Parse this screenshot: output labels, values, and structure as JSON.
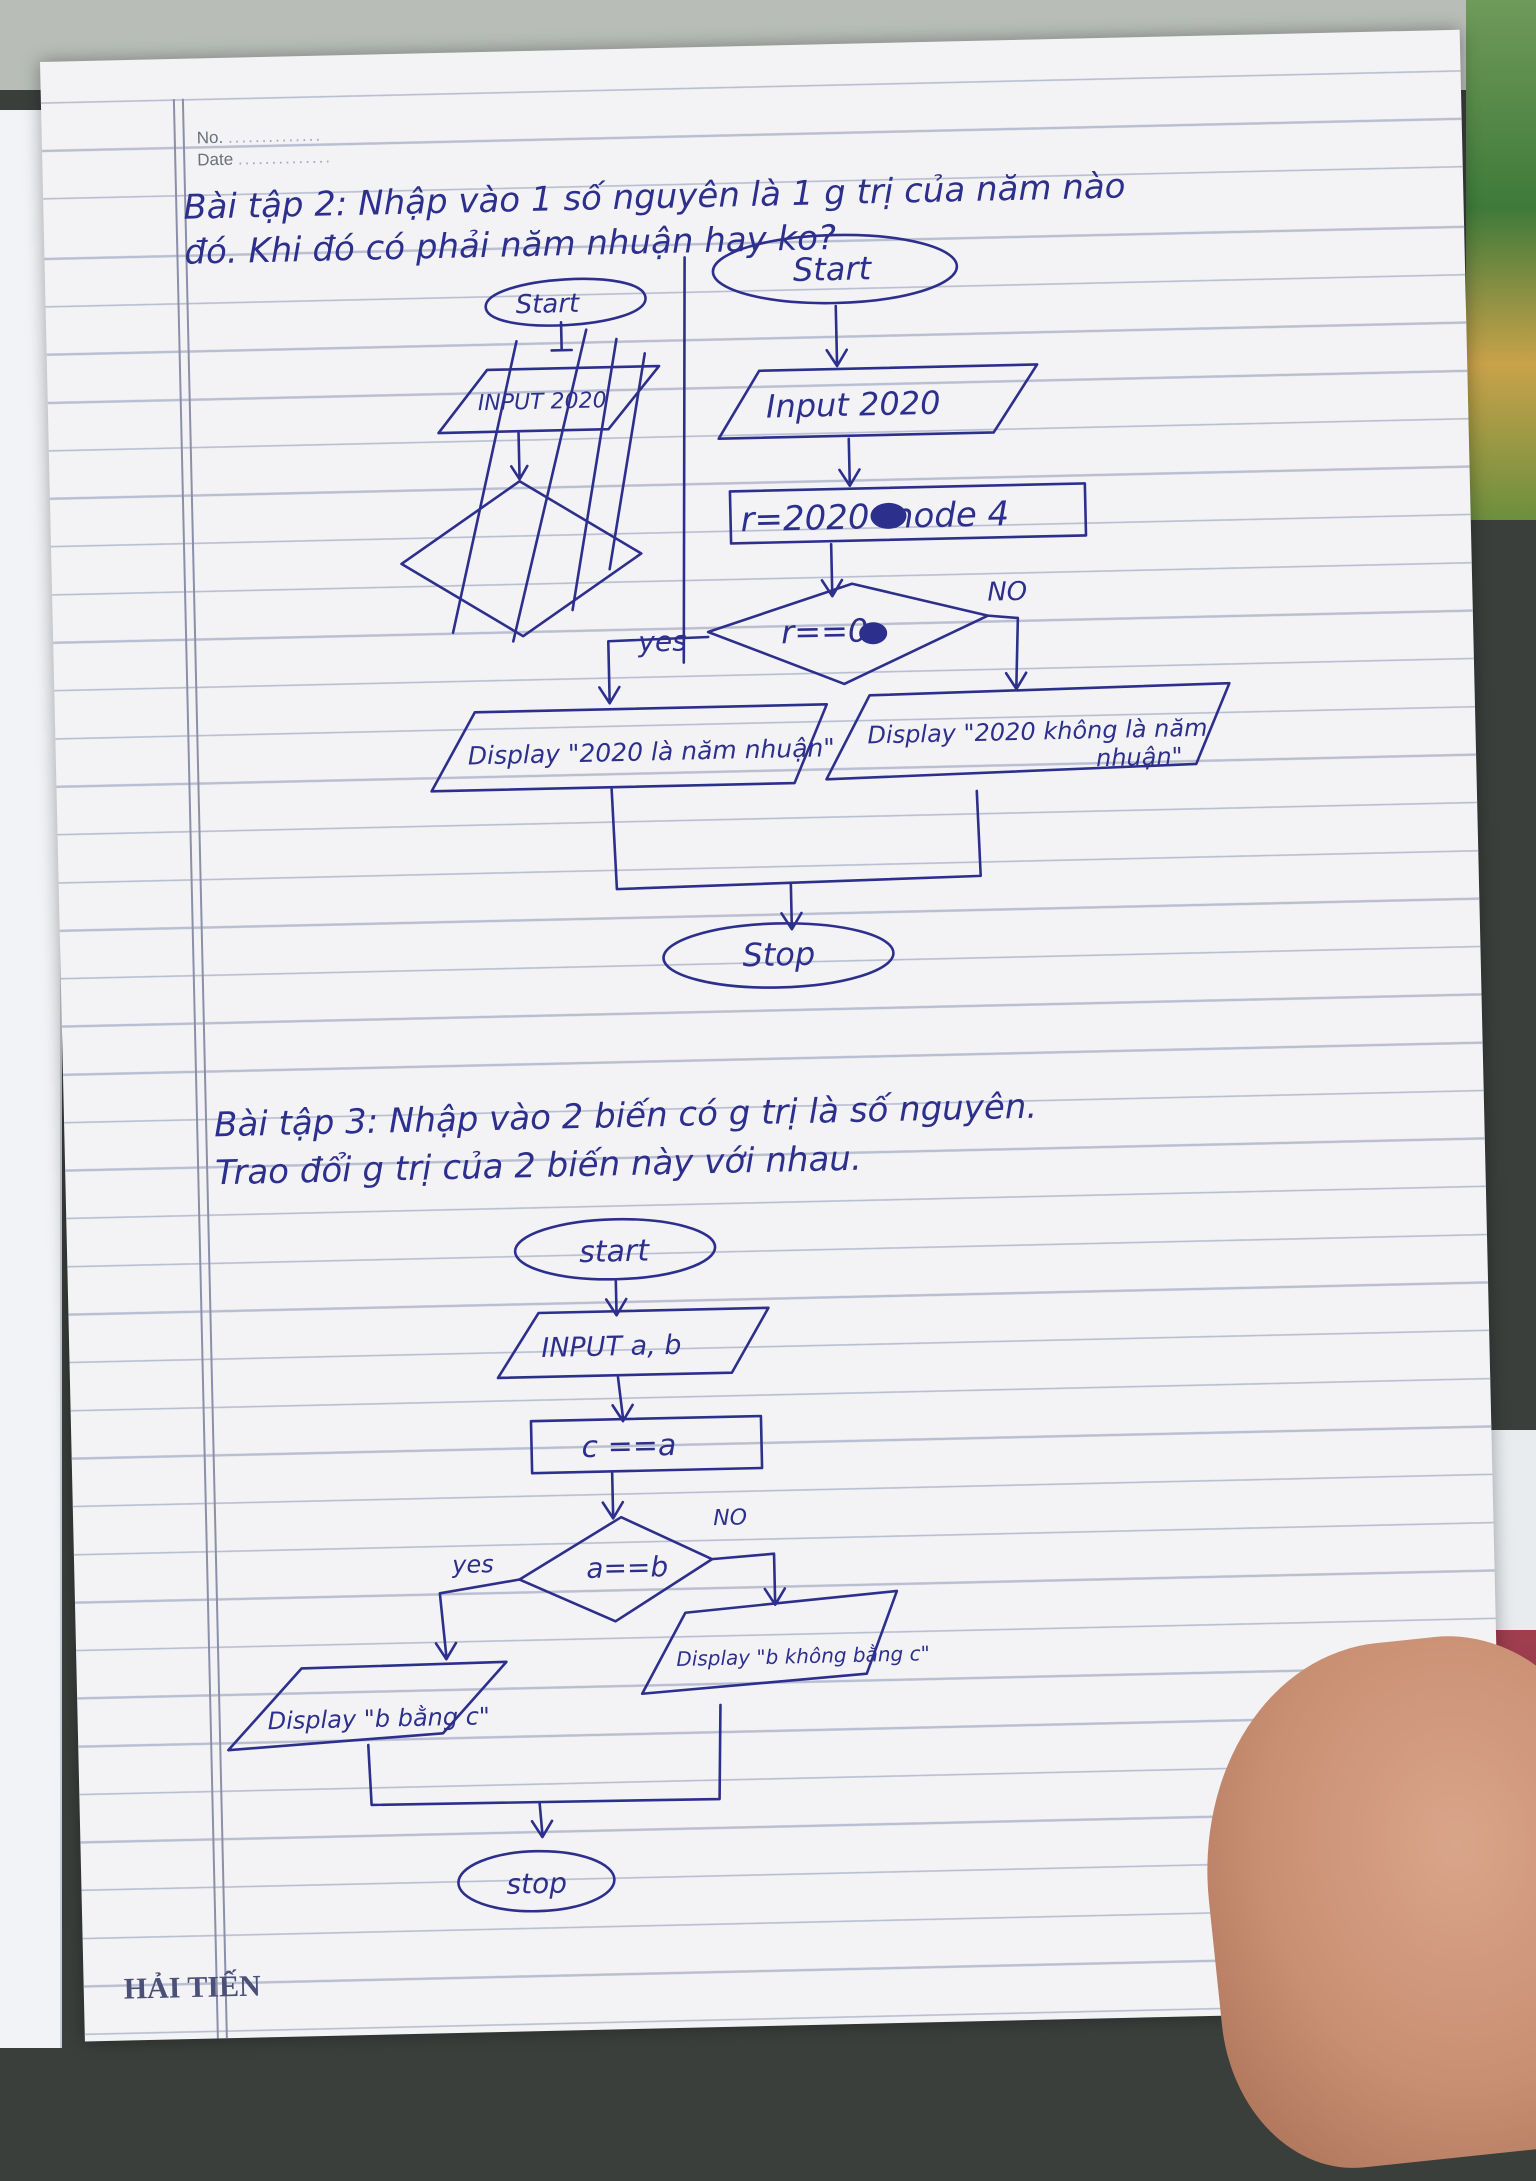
{
  "page": {
    "no_label": "No.",
    "date_label": "Date",
    "brand": "HẢI TIẾN"
  },
  "exercise2": {
    "question_line1": "Bài tập 2: Nhập vào 1 số nguyên là 1 g trị của năm nào",
    "question_line2": "đó. Khi đó có phải năm nhuận hay ko?",
    "draft_start": "Start",
    "draft_input": "INPUT 2020",
    "start": "Start",
    "input": "Input 2020",
    "process": "r=2020 mode 4",
    "condition": "r==0",
    "yes_label": "yes",
    "no_label": "NO",
    "display_yes": "Display \"2020 là năm nhuận\"",
    "display_no_line1": "Display \"2020 không là năm",
    "display_no_line2": "nhuận\"",
    "stop": "Stop"
  },
  "exercise3": {
    "question_line1": "Bài tập 3: Nhập vào 2 biến có g trị là số nguyên.",
    "question_line2": "Trao đổi g trị của 2 biến này với nhau.",
    "start": "start",
    "input": "INPUT a, b",
    "process": "c ==a",
    "condition": "a==b",
    "yes_label": "yes",
    "no_label": "NO",
    "display_yes": "Display \"b bằng c\"",
    "display_no": "Display \"b không bằng c\"",
    "stop": "stop"
  },
  "colors": {
    "ink": "#2d2f8c",
    "paper": "#f3f3f6",
    "rule_line": "#b9bed0"
  }
}
